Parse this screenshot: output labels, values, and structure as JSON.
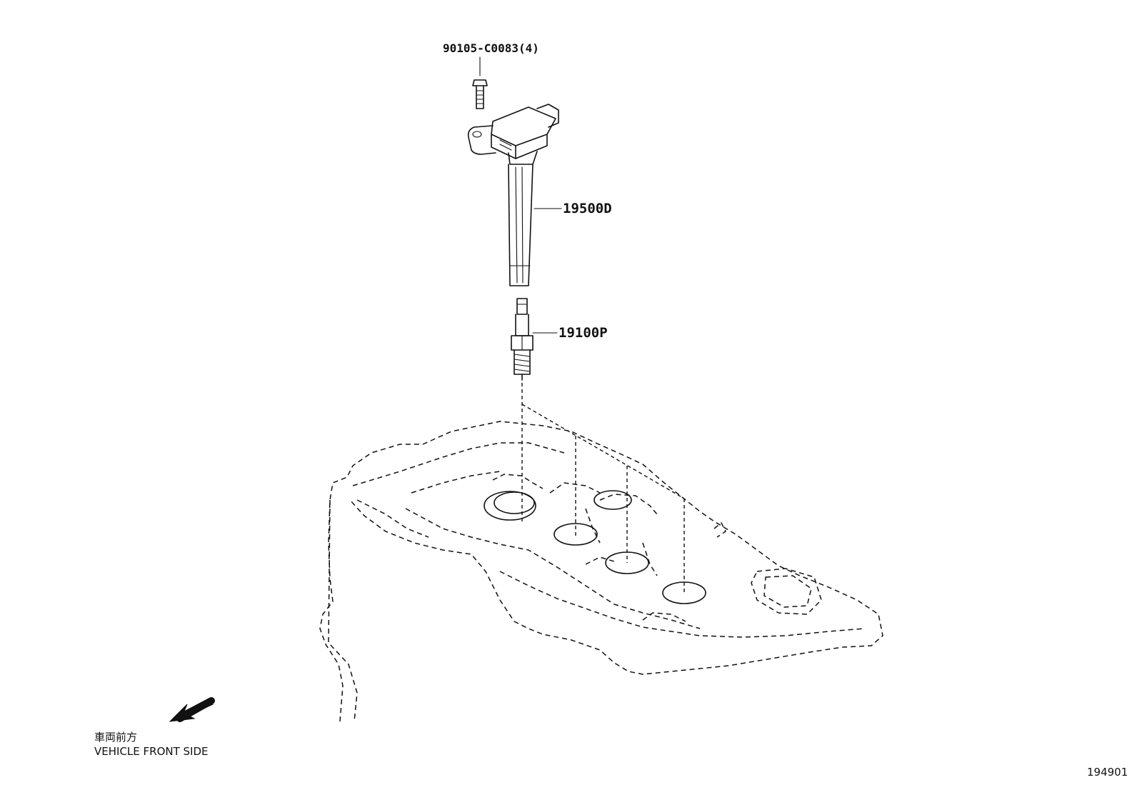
{
  "callouts": {
    "bolt": "90105-C0083(4)",
    "ignition_coil": "19500D",
    "spark_plug": "19100P"
  },
  "direction": {
    "label_jp": "車両前方",
    "label_en": "VEHICLE FRONT SIDE",
    "icon": "arrow-icon"
  },
  "figure_number": "194901"
}
